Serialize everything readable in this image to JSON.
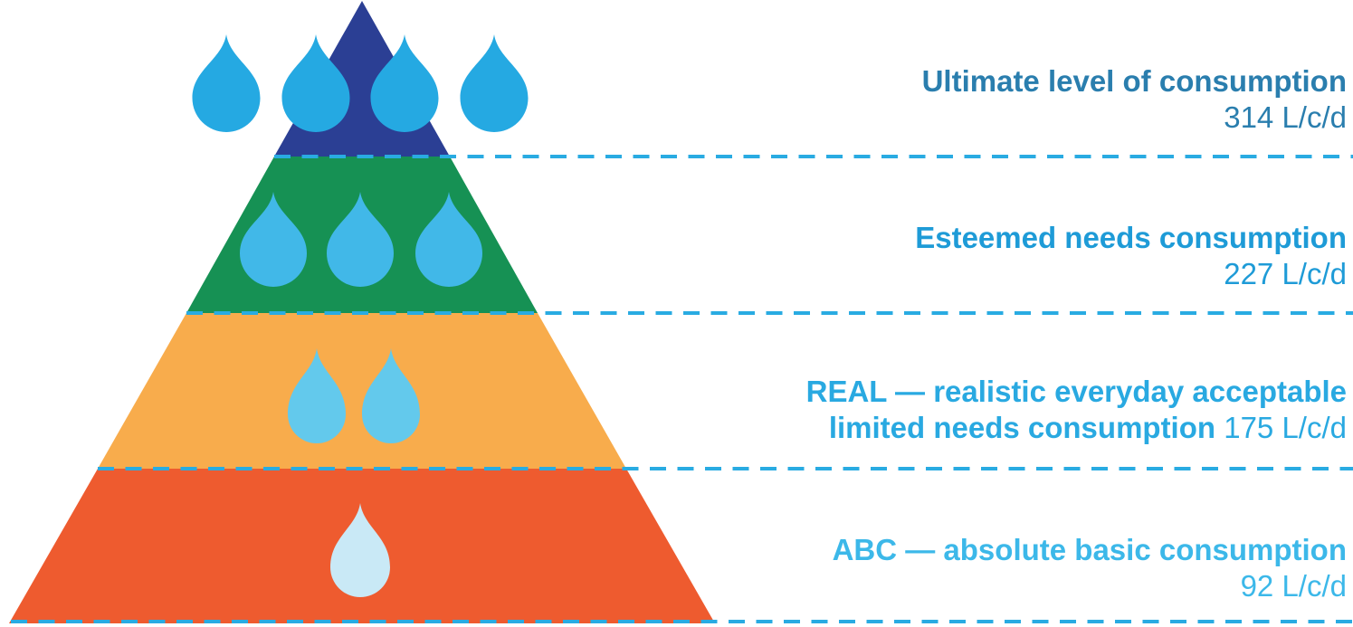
{
  "diagram": {
    "type": "pyramid",
    "subject": "water consumption levels",
    "background_color": "#FFFFFF",
    "dashed_line_color": "#29ABE2",
    "levels": [
      {
        "id": "ultimate",
        "title": "Ultimate level of consumption",
        "value": "314 L/c/d",
        "drops": 4,
        "tier_color": "#2B3F94",
        "drop_color": "#25A9E2",
        "text_color": "#2A7EAE"
      },
      {
        "id": "esteemed",
        "title": "Esteemed needs consumption",
        "value": "227 L/c/d",
        "drops": 3,
        "tier_color": "#169154",
        "drop_color": "#41B8E8",
        "text_color": "#1E9BD7"
      },
      {
        "id": "real",
        "title_line1": "REAL — realistic everyday acceptable",
        "title_line2": "limited needs consumption",
        "value": "175 L/c/d",
        "drops": 2,
        "tier_color": "#F8AC4C",
        "drop_color": "#63C9EC",
        "text_color": "#29A9E1"
      },
      {
        "id": "abc",
        "title": "ABC — absolute basic consumption",
        "value": "92 L/c/d",
        "drops": 1,
        "tier_color": "#EE5B2F",
        "drop_color": "#C9E9F6",
        "text_color": "#3CB8E9"
      }
    ]
  }
}
